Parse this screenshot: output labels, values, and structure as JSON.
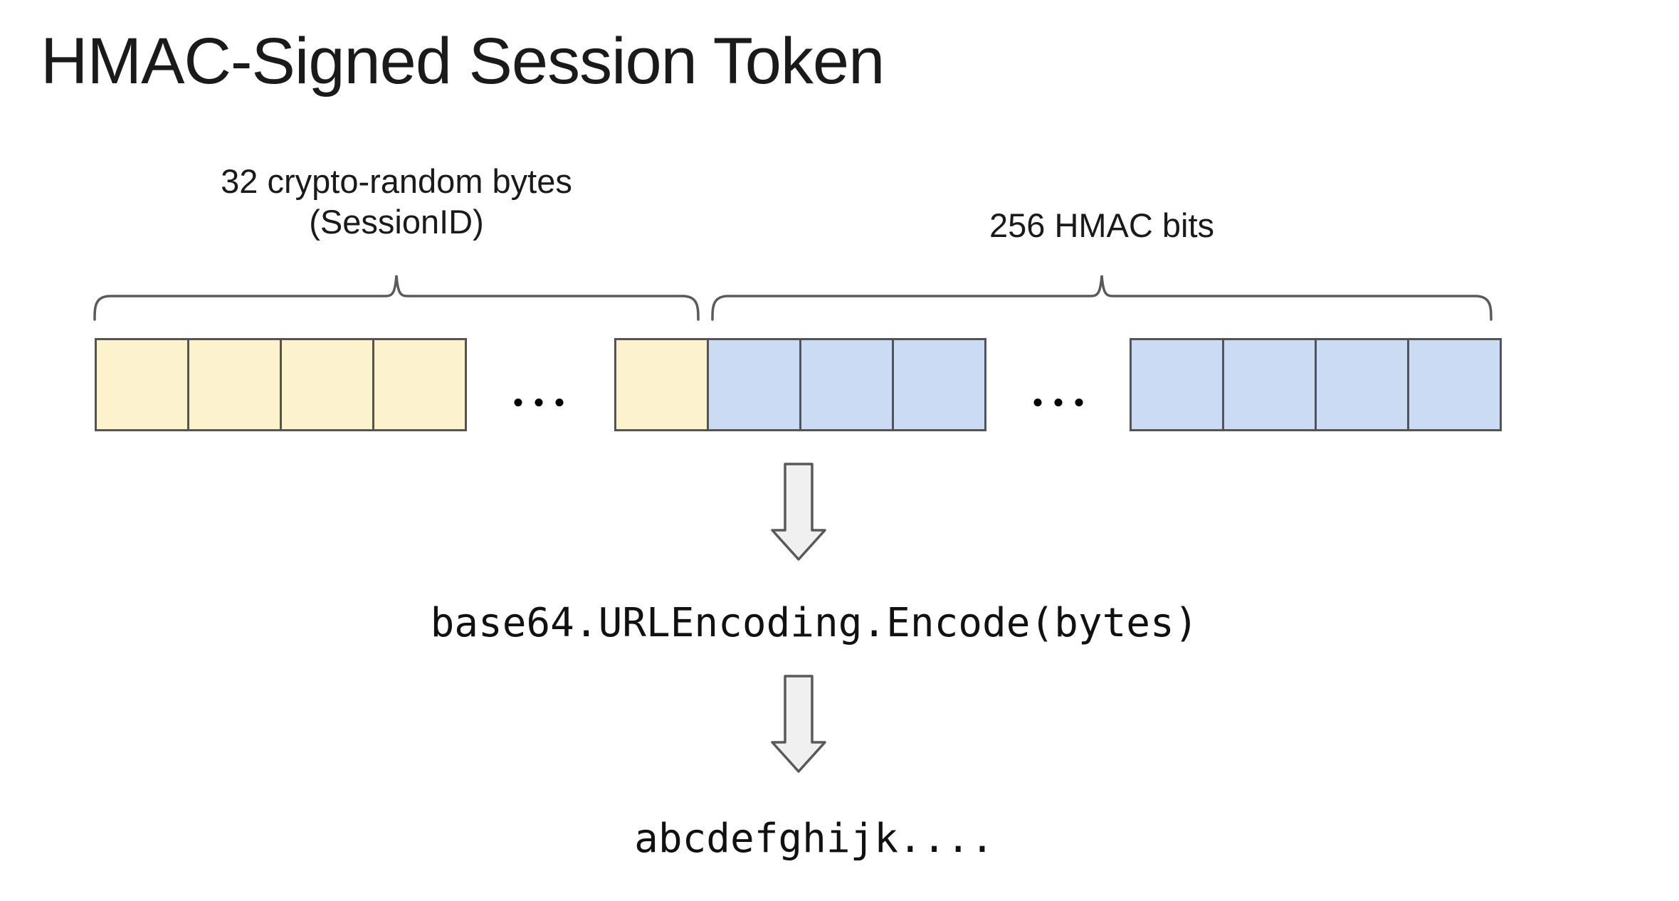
{
  "title": "HMAC-Signed Session Token",
  "labels": {
    "session_region_line1": "32 crypto-random bytes",
    "session_region_line2": "(SessionID)",
    "hmac_region": "256 HMAC bits"
  },
  "byte_row": {
    "groups": [
      {
        "id": "session-start",
        "cells": [
          "session",
          "session",
          "session",
          "session"
        ]
      },
      {
        "id": "boundary",
        "cells": [
          "session",
          "hmac",
          "hmac",
          "hmac"
        ]
      },
      {
        "id": "hmac-end",
        "cells": [
          "hmac",
          "hmac",
          "hmac",
          "hmac"
        ]
      }
    ],
    "ellipsis": "..."
  },
  "code": {
    "encode_call": "base64.URLEncoding.Encode(bytes)",
    "encoded_result": "abcdefghijk...."
  },
  "colors": {
    "session_byte_fill": "#FCF2CE",
    "hmac_byte_fill": "#CCDBF4",
    "box_stroke": "#545454",
    "arrow_fill": "#F0F0F0",
    "arrow_stroke": "#595959",
    "brace_stroke": "#5A5A5A",
    "text_color": "#1A1A1A"
  }
}
